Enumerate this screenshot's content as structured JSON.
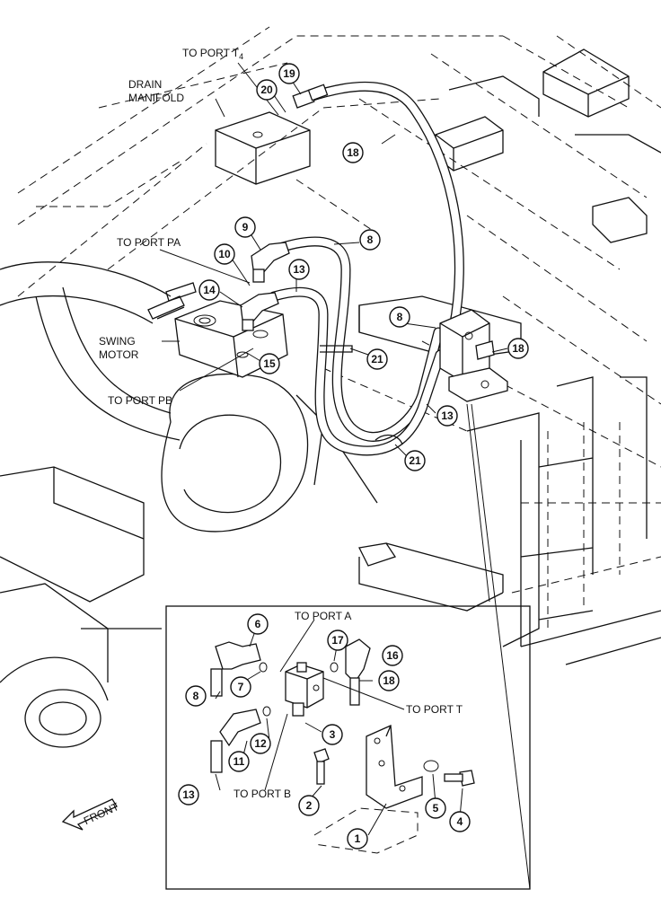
{
  "labels": {
    "to_port_t4": "TO PORT T",
    "to_port_t4_sub": "4",
    "drain_manifold_1": "DRAIN",
    "drain_manifold_2": "MANIFOLD",
    "to_port_pa": "TO PORT PA",
    "swing_motor_1": "SWING",
    "swing_motor_2": "MOTOR",
    "to_port_pb": "TO PORT PB",
    "to_port_a": "TO PORT A",
    "to_port_t": "TO PORT T",
    "to_port_b": "TO PORT B",
    "front": "FRONT"
  },
  "callouts": {
    "c19": "19",
    "c20": "20",
    "c18a": "18",
    "c9": "9",
    "c8a": "8",
    "c10": "10",
    "c13a": "13",
    "c14": "14",
    "c15": "15",
    "c21a": "21",
    "c8b": "8",
    "c18b": "18",
    "c13b": "13",
    "c21b": "21",
    "c6": "6",
    "c17": "17",
    "c16": "16",
    "c7": "7",
    "c18c": "18",
    "c8c": "8",
    "c12": "12",
    "c11": "11",
    "c3": "3",
    "c13c": "13",
    "c2": "2",
    "c5": "5",
    "c4": "4",
    "c1": "1"
  }
}
